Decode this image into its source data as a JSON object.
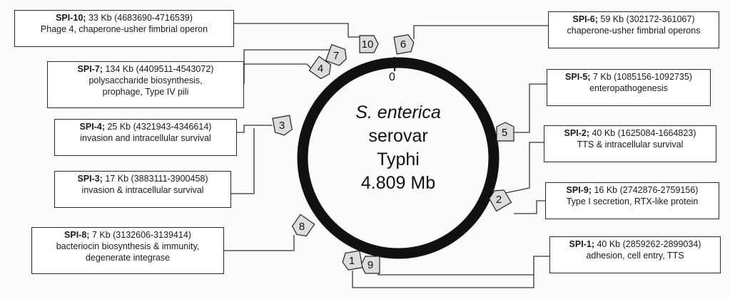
{
  "genome": {
    "species": "S. enterica",
    "serovar": "serovar",
    "strain": "Typhi",
    "size": "4.809 Mb",
    "origin_label": "0"
  },
  "islands": [
    {
      "id": "SPI-10",
      "marker": "10",
      "size": "33 Kb",
      "range": "(4683690-4716539)",
      "desc": [
        "Phage 4, chaperone-usher fimbrial operon"
      ]
    },
    {
      "id": "SPI-7",
      "marker": "7",
      "size": "134 Kb",
      "range": "(4409511-4543072)",
      "desc": [
        "polysaccharide biosynthesis,",
        "prophage, Type IV pili"
      ]
    },
    {
      "id": "SPI-4",
      "marker": "4",
      "size": "25 Kb",
      "range": "(4321943-4346614)",
      "desc": [
        "invasion and intracellular survival"
      ]
    },
    {
      "id": "SPI-3",
      "marker": "3",
      "size": "17 Kb",
      "range": "(3883111-3900458)",
      "desc": [
        "invasion & intracellular survival"
      ]
    },
    {
      "id": "SPI-8",
      "marker": "8",
      "size": "7 Kb",
      "range": "(3132606-3139414)",
      "desc": [
        "bacteriocin biosynthesis & immunity,",
        "degenerate integrase"
      ]
    },
    {
      "id": "SPI-6",
      "marker": "6",
      "size": "59 Kb",
      "range": "(302172-361067)",
      "desc": [
        "chaperone-usher fimbrial operons"
      ]
    },
    {
      "id": "SPI-5",
      "marker": "5",
      "size": "7 Kb",
      "range": "(1085156-1092735)",
      "desc": [
        "enteropathogenesis"
      ]
    },
    {
      "id": "SPI-2",
      "marker": "2",
      "size": "40 Kb",
      "range": "(1625084-1664823)",
      "desc": [
        "TTS & intracellular survival"
      ]
    },
    {
      "id": "SPI-9",
      "marker": "9",
      "size": "16 Kb",
      "range": "(2742876-2759156)",
      "desc": [
        "Type I secretion, RTX-like protein"
      ]
    },
    {
      "id": "SPI-1",
      "marker": "1",
      "size": "40 Kb",
      "range": "(2859262-2899034)",
      "desc": [
        "adhesion, cell entry, TTS"
      ]
    }
  ],
  "colors": {
    "ring": "#111111",
    "marker_fill": "#dcdcdc",
    "line": "#333333"
  }
}
